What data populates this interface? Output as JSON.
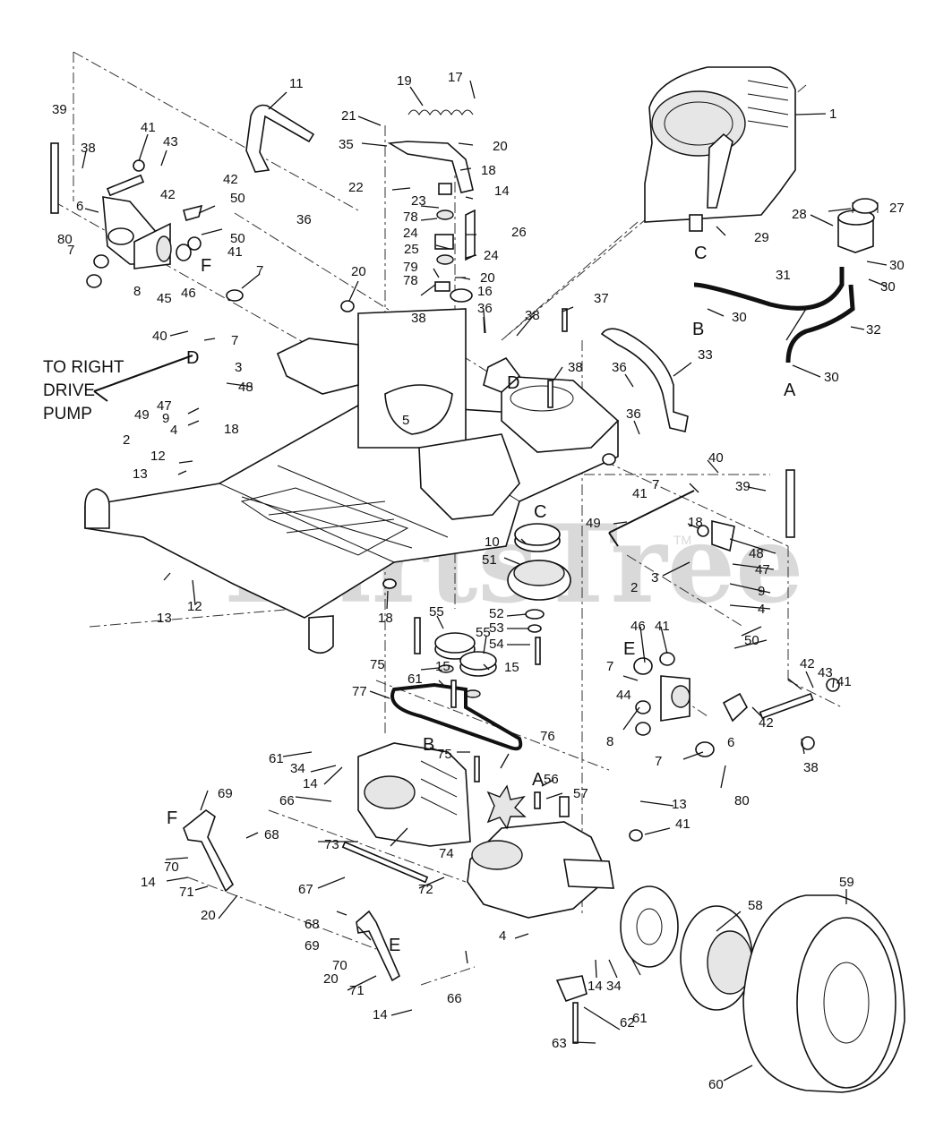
{
  "watermark": {
    "text": "PartsTree",
    "tm": "TM"
  },
  "note": {
    "line1": "TO RIGHT",
    "line2": "DRIVE",
    "line3": "PUMP"
  },
  "letters": [
    "A",
    "B",
    "C",
    "D",
    "E",
    "F"
  ],
  "callouts": [
    "1",
    "2",
    "3",
    "4",
    "5",
    "6",
    "7",
    "8",
    "9",
    "10",
    "11",
    "12",
    "13",
    "14",
    "15",
    "16",
    "17",
    "18",
    "19",
    "20",
    "21",
    "22",
    "23",
    "24",
    "25",
    "26",
    "27",
    "28",
    "29",
    "30",
    "31",
    "32",
    "33",
    "34",
    "35",
    "36",
    "37",
    "38",
    "39",
    "40",
    "41",
    "42",
    "43",
    "44",
    "45",
    "46",
    "47",
    "48",
    "49",
    "50",
    "51",
    "52",
    "53",
    "54",
    "55",
    "56",
    "57",
    "58",
    "59",
    "60",
    "61",
    "62",
    "63",
    "66",
    "67",
    "68",
    "69",
    "70",
    "71",
    "72",
    "73",
    "74",
    "75",
    "76",
    "77",
    "78",
    "79",
    "80"
  ]
}
